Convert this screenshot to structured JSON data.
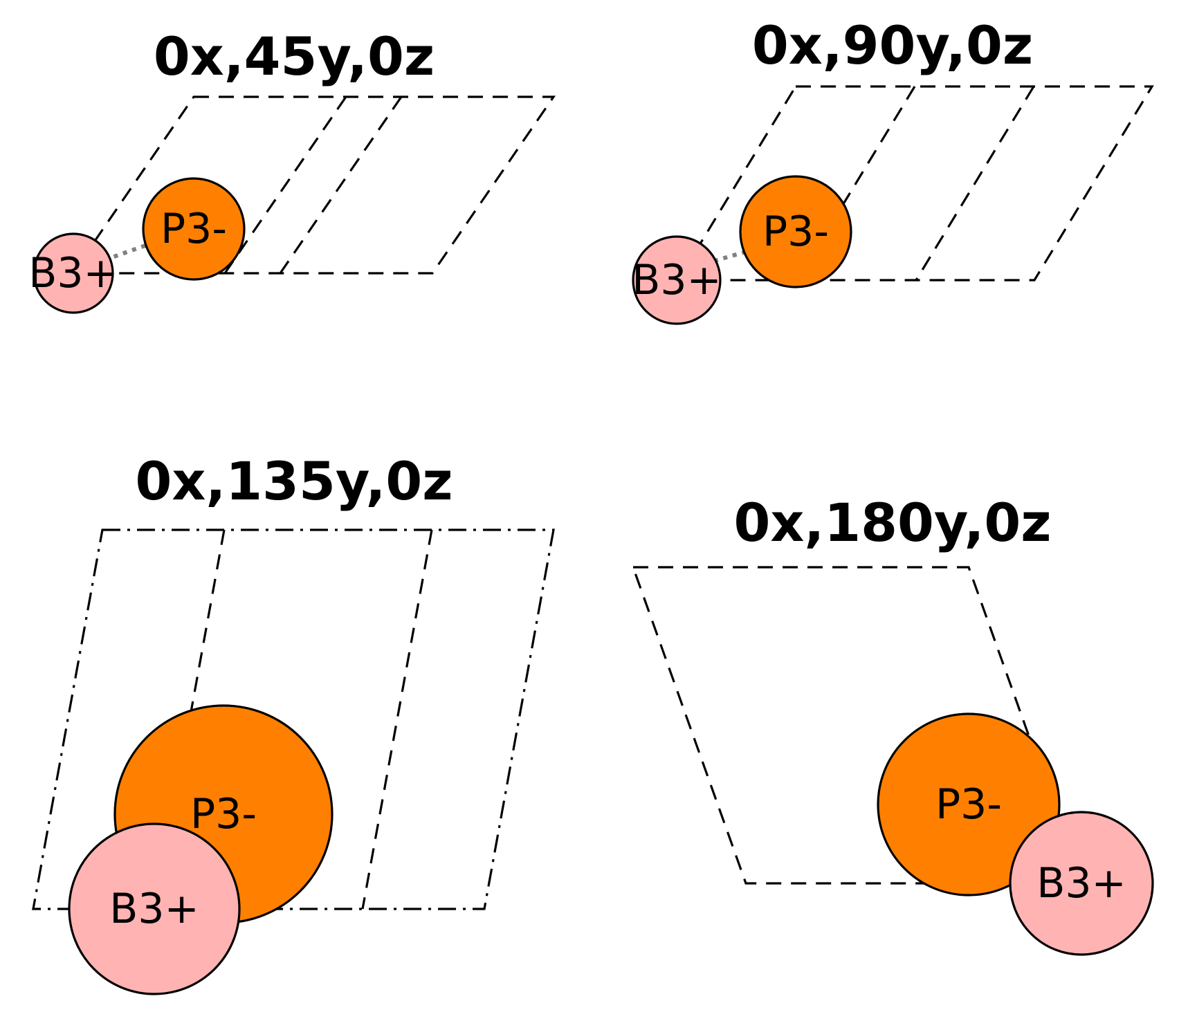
{
  "colors": {
    "anion": "#FF8000",
    "cation": "#FFB3B3",
    "bond": "#808080",
    "line": "#000000"
  },
  "panels": [
    {
      "title": "0x,45y,0z",
      "anion_label": "P3-",
      "cation_label": "B3+"
    },
    {
      "title": "0x,90y,0z",
      "anion_label": "P3-",
      "cation_label": "B3+"
    },
    {
      "title": "0x,135y,0z",
      "anion_label": "P3-",
      "cation_label": "B3+"
    },
    {
      "title": "0x,180y,0z",
      "anion_label": "P3-",
      "cation_label": "B3+"
    }
  ]
}
